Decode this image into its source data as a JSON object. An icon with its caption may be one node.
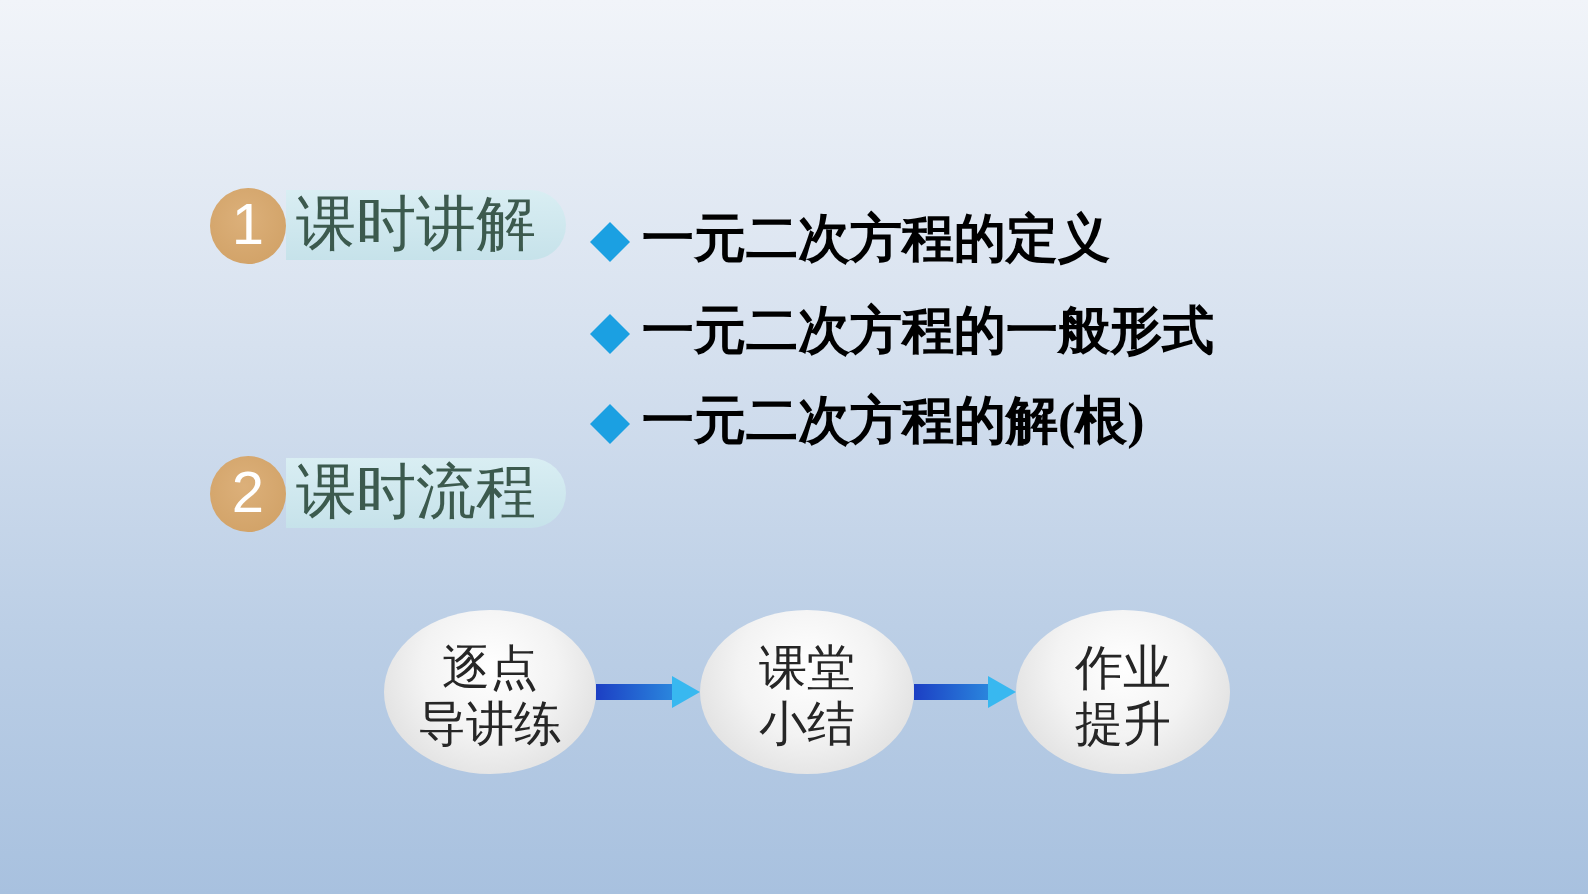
{
  "diagram": {
    "nodes": [
      {
        "text": [
          "1"
        ]
      },
      {
        "text": [
          "课时讲解"
        ]
      },
      {
        "text": [
          "2"
        ]
      },
      {
        "text": [
          "课时流程"
        ]
      },
      {
        "text": [
          "逐点导讲练"
        ]
      },
      {
        "text": [
          "课堂小结"
        ]
      },
      {
        "text": [
          "作业提升"
        ]
      }
    ],
    "edges": [
      {
        "from": 4,
        "to": 5,
        "arrow": "to"
      },
      {
        "from": 5,
        "to": 6,
        "arrow": "to"
      }
    ],
    "labels": [
      "一元二次方程的定义",
      "一元二次方程的一般形式",
      "一元二次方程的解(根)"
    ]
  }
}
